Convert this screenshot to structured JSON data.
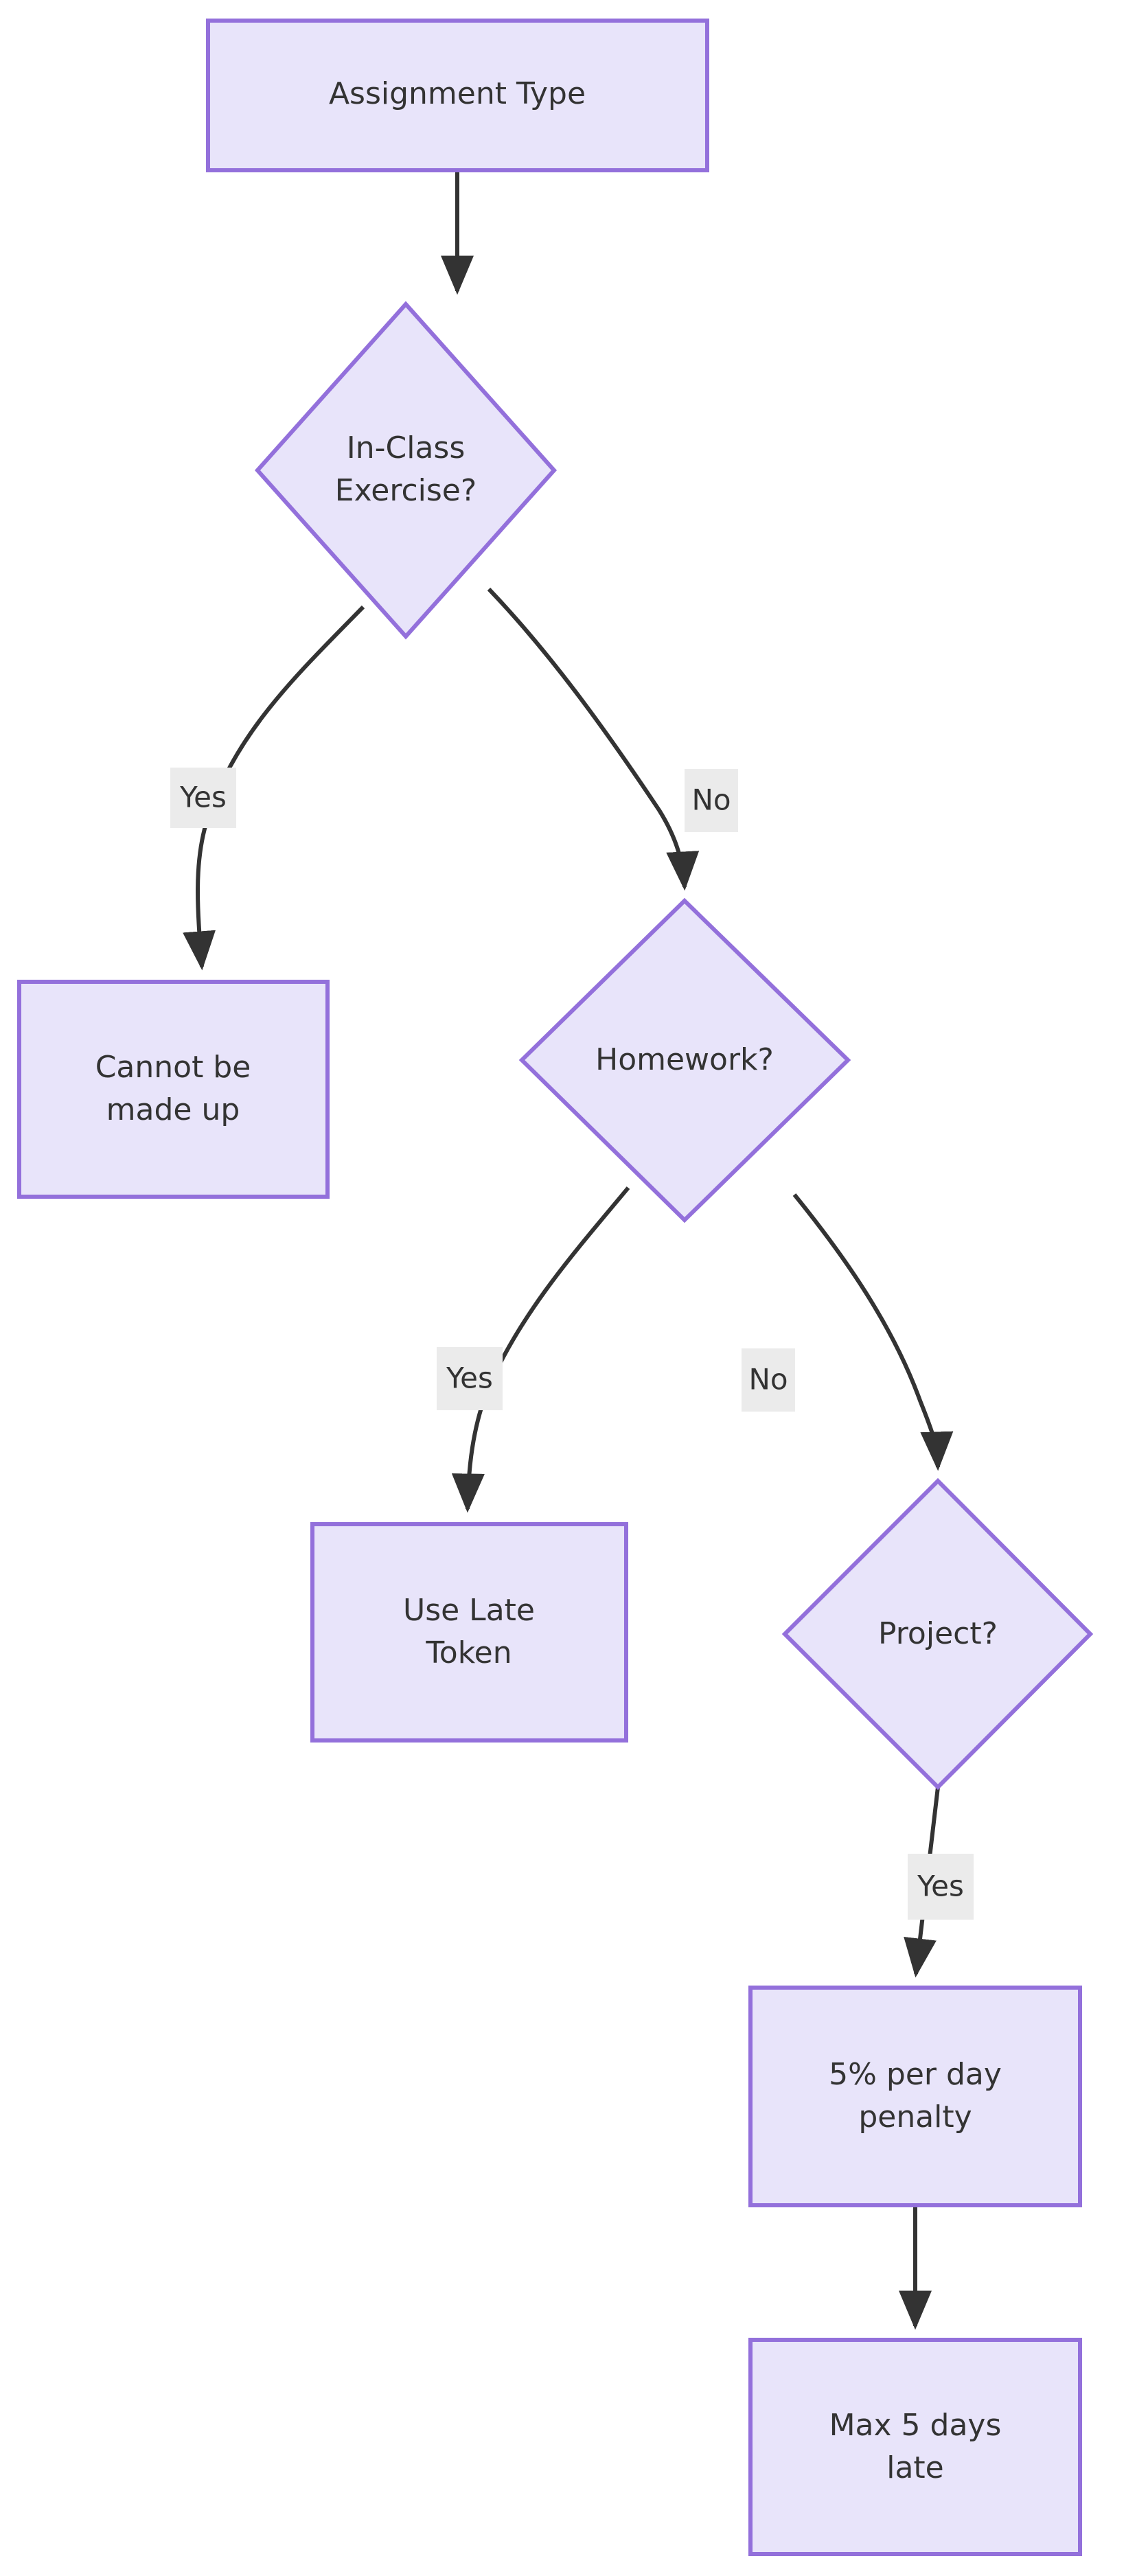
{
  "diagram": {
    "type": "flowchart",
    "title": "Assignment Type late policy decision tree",
    "direction": "top-down",
    "theme": {
      "node_fill": "#e8e4fa",
      "node_border": "#9370db",
      "edge_stroke": "#333333",
      "text_color": "#333333",
      "edge_label_bg": "#ebebeb",
      "background": "#ffffff"
    },
    "nodes": [
      {
        "id": "assignment-type",
        "shape": "rect",
        "label": "Assignment Type",
        "lines": [
          "Assignment Type"
        ]
      },
      {
        "id": "in-class-exercise",
        "shape": "diamond",
        "label": "In-Class Exercise?",
        "lines": [
          "In-Class",
          "Exercise?"
        ]
      },
      {
        "id": "cannot-be-made-up",
        "shape": "rect",
        "label": "Cannot be made up",
        "lines": [
          "Cannot be",
          "made up"
        ]
      },
      {
        "id": "homework",
        "shape": "diamond",
        "label": "Homework?",
        "lines": [
          "Homework?"
        ]
      },
      {
        "id": "use-late-token",
        "shape": "rect",
        "label": "Use Late Token",
        "lines": [
          "Use Late",
          "Token"
        ]
      },
      {
        "id": "project",
        "shape": "diamond",
        "label": "Project?",
        "lines": [
          "Project?"
        ]
      },
      {
        "id": "penalty",
        "shape": "rect",
        "label": "5% per day penalty",
        "lines": [
          "5% per day",
          "penalty"
        ]
      },
      {
        "id": "max-days-late",
        "shape": "rect",
        "label": "Max 5 days late",
        "lines": [
          "Max 5 days",
          "late"
        ]
      }
    ],
    "edges": [
      {
        "id": "e1",
        "from": "assignment-type",
        "to": "in-class-exercise",
        "label": ""
      },
      {
        "id": "e2",
        "from": "in-class-exercise",
        "to": "cannot-be-made-up",
        "label": "Yes"
      },
      {
        "id": "e3",
        "from": "in-class-exercise",
        "to": "homework",
        "label": "No"
      },
      {
        "id": "e4",
        "from": "homework",
        "to": "use-late-token",
        "label": "Yes"
      },
      {
        "id": "e5",
        "from": "homework",
        "to": "project",
        "label": "No"
      },
      {
        "id": "e6",
        "from": "project",
        "to": "penalty",
        "label": "Yes"
      },
      {
        "id": "e7",
        "from": "penalty",
        "to": "max-days-late",
        "label": ""
      }
    ]
  }
}
